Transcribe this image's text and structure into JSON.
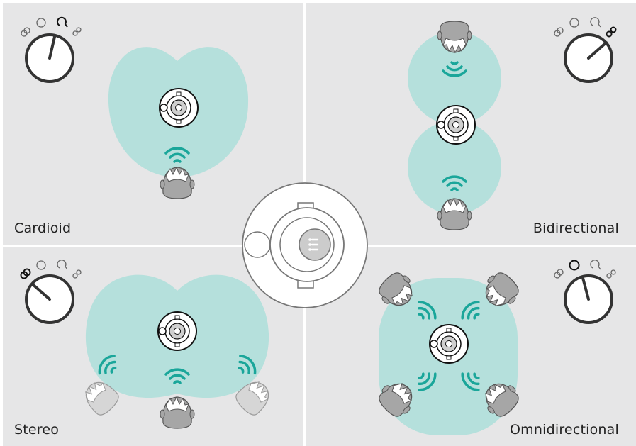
{
  "modes": [
    {
      "id": "cardioid",
      "label": "Cardioid",
      "knob_setting": 1
    },
    {
      "id": "bidirectional",
      "label": "Bidirectional",
      "knob_setting": 3
    },
    {
      "id": "stereo",
      "label": "Stereo",
      "knob_setting": 0
    },
    {
      "id": "omnidirectional",
      "label": "Omnidirectional",
      "knob_setting": 2
    }
  ],
  "colors": {
    "panel": "#e6e6e7",
    "pickup_zone": "#b5e0dc",
    "sound_waves": "#1aa69a",
    "head": "#a6a6a6",
    "head_faded": "#d4d4d4",
    "outline": "#333333"
  },
  "icons": [
    "knob-icon",
    "microphone-icon",
    "sound-wave-icon",
    "listener-head-icon",
    "mic-top-view-icon"
  ]
}
